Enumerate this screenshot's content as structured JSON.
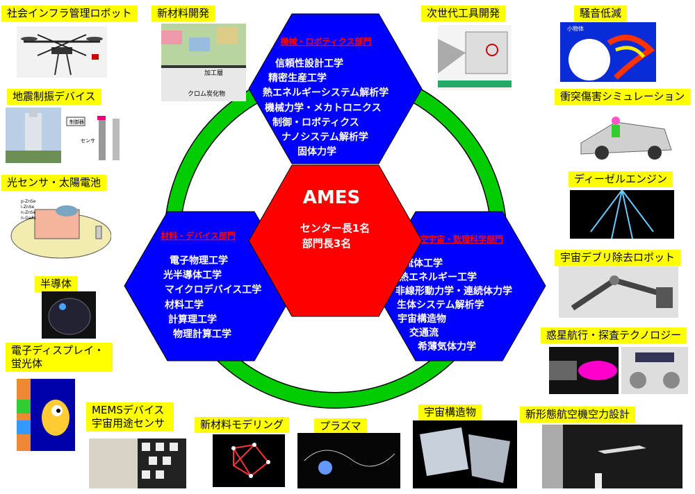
{
  "center": {
    "title": "AMES",
    "lines": [
      "センター長1名",
      "部門長3名"
    ]
  },
  "departments": [
    {
      "title": "機械・ロボティクス部門",
      "fields": [
        "信頼性設計工学",
        "精密生産工学",
        "熱エネルギーシステム解析学",
        "機械力学・メカトロニクス",
        "制御・ロボティクス",
        "ナノシステム解析学",
        "固体力学"
      ]
    },
    {
      "title": "材料・デバイス部門",
      "fields": [
        "電子物理工学",
        "光半導体工学",
        "マイクロデバイス工学",
        "材料工学",
        "計算理工学",
        "物理計算工学"
      ]
    },
    {
      "title": "航空宇宙・数理科学部門",
      "fields": [
        "流体工学",
        "熱エネルギー工学",
        "非線形動力学・連続体力学",
        "生体システム解析学",
        "宇宙構造物",
        "交通流",
        "希薄気体力学"
      ]
    }
  ],
  "topics": {
    "infra_robot": "社会インフラ管理ロボット",
    "new_material": "新材料開発",
    "next_tool": "次世代工具開発",
    "noise": "騒音低減",
    "seismic": "地震制振デバイス",
    "crash": "衝突傷害シミュレーション",
    "photo_sensor": "光センサ・太陽電池",
    "diesel": "ディーゼルエンジン",
    "semiconductor": "半導体",
    "debris_robot": "宇宙デブリ除去ロボット",
    "display": "電子ディスプレイ・蛍光体",
    "planet": "惑星航行・探査テクノロジー",
    "mems": "MEMSデバイス 宇宙用途センサ",
    "material_model": "新材料モデリング",
    "plasma": "プラズマ",
    "space_struct": "宇宙構造物",
    "aircraft": "新形態航空機空力設計"
  },
  "photo_labels": {
    "processed_layer": "加工層",
    "chromium_carbide": "クロム炭化物",
    "small_body": "小物体",
    "control_box": "制御器",
    "sensor": "センサ",
    "layers": [
      "p-ZnSe",
      "i-ZnSe",
      "n-ZnSe",
      "n-GaAs"
    ]
  },
  "colors": {
    "hex": "#0000ff",
    "hex_border": "#000000",
    "center": "#ff0000",
    "ring": "#00cc00",
    "dept_title": "#ff0000",
    "tag": "#ffff00"
  }
}
